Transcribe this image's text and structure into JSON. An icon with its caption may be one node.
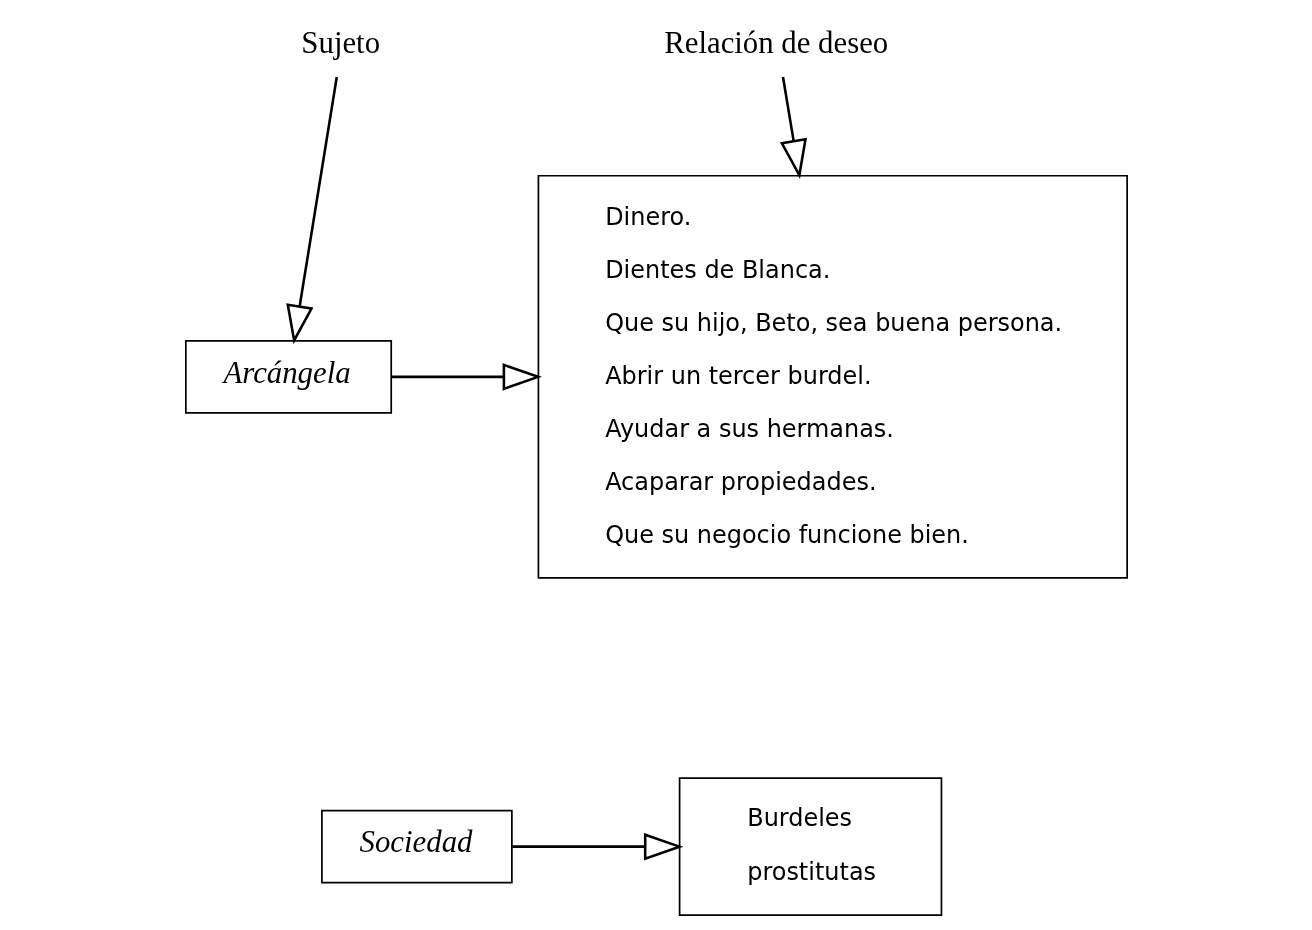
{
  "diagram": {
    "nodes": [
      {
        "text": [
          "Sujeto"
        ]
      },
      {
        "text": [
          "Relación de deseo"
        ]
      },
      {
        "text": [
          "Arcángela"
        ]
      },
      {
        "text": [
          "Dinero.",
          "Dientes de Blanca.",
          "Que su hijo, Beto, sea buena persona.",
          "Abrir un tercer burdel.",
          "Ayudar a sus hermanas.",
          "Acaparar propiedades.",
          "Que su negocio funcione bien."
        ]
      },
      {
        "text": [
          "Sociedad"
        ]
      },
      {
        "text": [
          "Burdeles",
          "prostitutas"
        ]
      }
    ],
    "edges": [
      {
        "from": 0,
        "to": 2,
        "arrow": "to"
      },
      {
        "from": 1,
        "to": 3,
        "arrow": "to"
      },
      {
        "from": 2,
        "to": 3,
        "arrow": "to"
      },
      {
        "from": 4,
        "to": 5,
        "arrow": "to"
      }
    ]
  }
}
